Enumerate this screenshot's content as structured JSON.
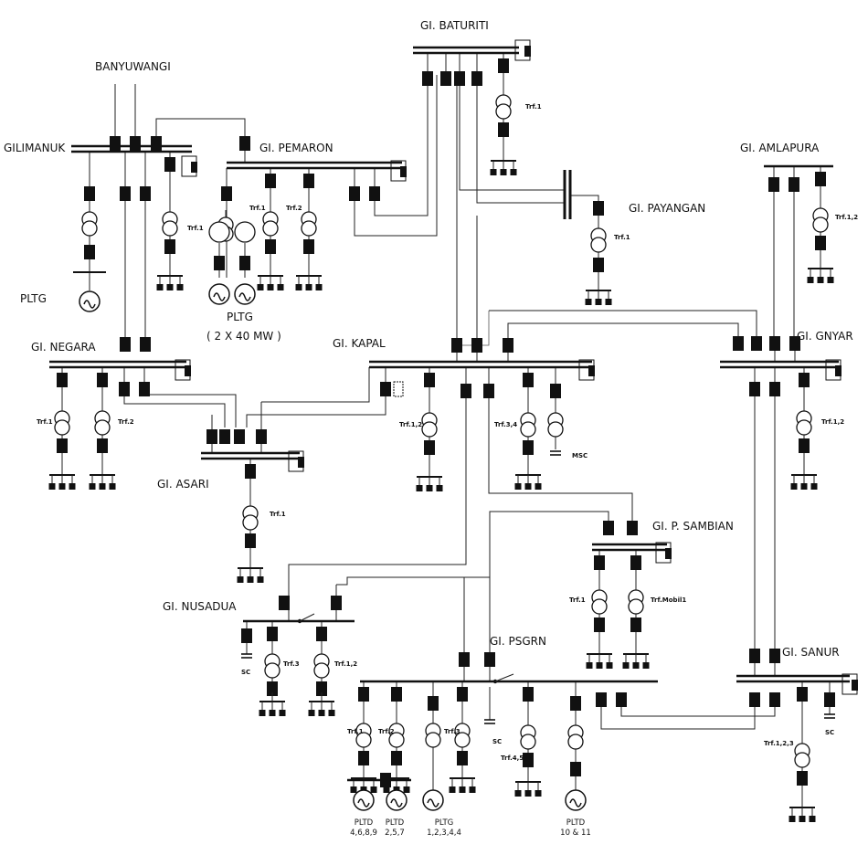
{
  "substations": {
    "baturiti": "GI. BATURITI",
    "pemaron": "GI. PEMARON",
    "gilimanuk": "GILIMANUK",
    "amlapura": "GI. AMLAPURA",
    "payangan": "GI. PAYANGAN",
    "negara": "GI. NEGARA",
    "kapal": "GI. KAPAL",
    "gnyar": "GI. GNYAR",
    "asari": "GI. ASARI",
    "sambian": "GI. P. SAMBIAN",
    "nusadua": "GI. NUSADUA",
    "psgrn": "GI. PSGRN",
    "sanur": "GI. SANUR"
  },
  "external": {
    "banyuwangi": "BANYUWANGI"
  },
  "generators": {
    "pltg_gilimanuk": "PLTG",
    "pltg_pemaron": "PLTG",
    "pltg_pemaron_cap": "( 2 X 40 MW )",
    "pltd_a": [
      "PLTD",
      "4,6,8,9"
    ],
    "pltd_b": [
      "PLTD",
      "2,5,7"
    ],
    "pltg_c": [
      "PLTG",
      "1,2,3,4,4"
    ],
    "pltd_d": [
      "PLTD",
      "10 & 11"
    ]
  },
  "transformers": {
    "baturiti": "Trf.1",
    "gilimanuk": "Trf.1",
    "pemaron_1": "Trf.1",
    "pemaron_2": "Trf.2",
    "payangan": "Trf.1",
    "amlapura": "Trf.1,2",
    "negara_1": "Trf.1",
    "negara_2": "Trf.2",
    "kapal_12": "Trf.1,2",
    "kapal_34": "Trf.3,4",
    "gnyar": "Trf.1,2",
    "asari": "Trf.1",
    "sambian_1": "Trf.1",
    "sambian_m": "Trf.Mobil1",
    "nusadua_3": "Trf.3",
    "nusadua_12": "Trf.1,2",
    "psgrn_1": "Trf.1",
    "psgrn_2": "Trf.2",
    "psgrn_3": "Trf.3",
    "psgrn_45": "Trf.4,5",
    "sanur": "Trf.1,2,3"
  },
  "capacitors": {
    "kapal": "MSC",
    "nusadua": "SC",
    "psgrn": "SC",
    "sanur": "SC"
  }
}
